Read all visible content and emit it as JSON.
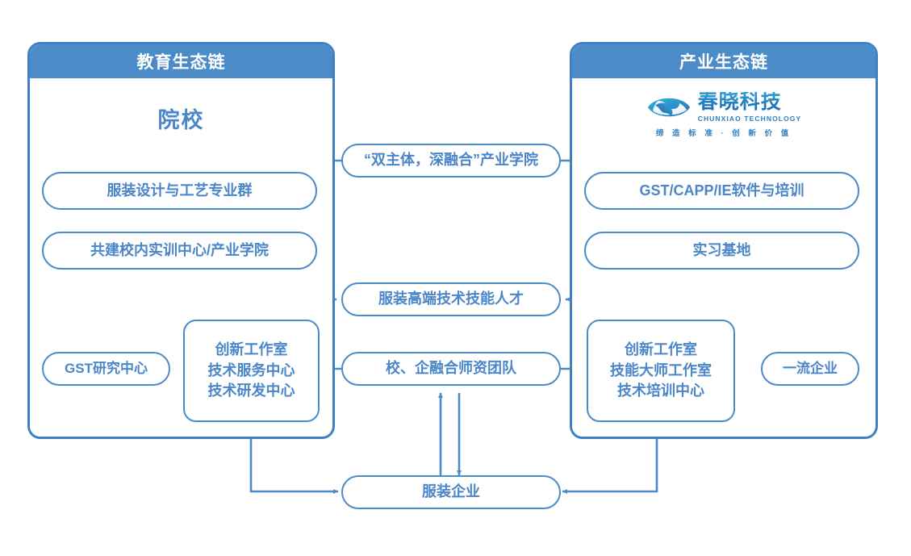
{
  "diagram": {
    "title": "教育生态链 / 产业生态链 产教融合生态图",
    "accent": "#4a8bc8",
    "text_color": "#4a86c9",
    "panel_border": "#3f80c1",
    "background": "#ffffff"
  },
  "left_panel": {
    "header": "教育生态链",
    "section_title": "院校",
    "nodes": [
      {
        "id": "major-group",
        "label": "服装设计与工艺专业群"
      },
      {
        "id": "training-center",
        "label": "共建校内实训中心/产业学院"
      },
      {
        "id": "gst-research",
        "label": "GST研究中心"
      },
      {
        "id": "innovation-left",
        "lines": [
          "创新工作室",
          "技术服务中心",
          "技术研发中心"
        ]
      }
    ]
  },
  "right_panel": {
    "header": "产业生态链",
    "logo": {
      "icon": "chunxiao-eye-logo",
      "name_cn": "春晓科技",
      "name_en": "CHUNXIAO TECHNOLOGY",
      "slogan": "缔 造 标 准 · 创 新 价 值"
    },
    "nodes": [
      {
        "id": "gst-capp-ie",
        "label": "GST/CAPP/IE软件与培训"
      },
      {
        "id": "internship",
        "label": "实习基地"
      },
      {
        "id": "top-enterprise",
        "label": "一流企业"
      },
      {
        "id": "innovation-right",
        "lines": [
          "创新工作室",
          "技能大师工作室",
          "技术培训中心"
        ]
      }
    ]
  },
  "center_nodes": [
    {
      "id": "industry-college",
      "label": "“双主体，深融合”产业学院"
    },
    {
      "id": "talent",
      "label": "服装高端技术技能人才"
    },
    {
      "id": "faculty-team",
      "label": "校、企融合师资团队"
    },
    {
      "id": "apparel-company",
      "label": "服装企业"
    }
  ]
}
